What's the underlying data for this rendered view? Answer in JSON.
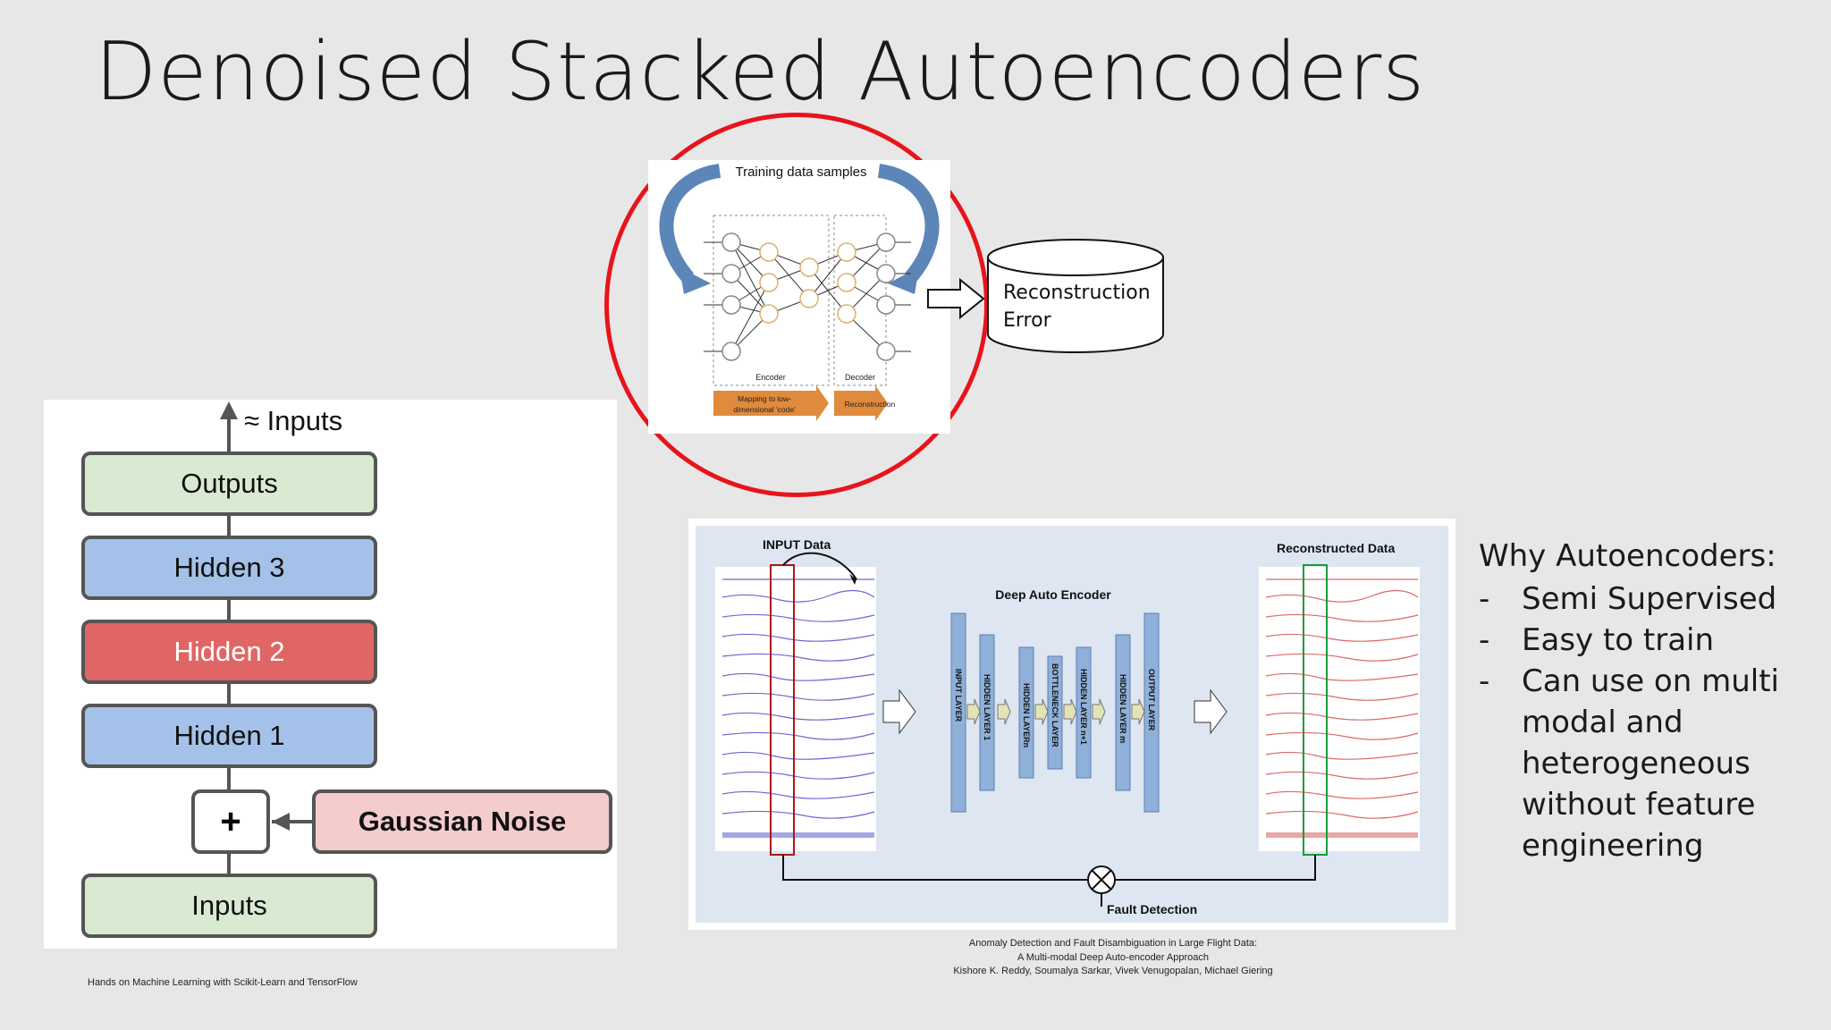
{
  "slide": {
    "title": "Denoised Stacked Autoencoders"
  },
  "stack_diagram": {
    "top_label": "≈ Inputs",
    "layers": [
      "Outputs",
      "Hidden 3",
      "Hidden 2",
      "Hidden 1"
    ],
    "plus": "+",
    "noise": "Gaussian Noise",
    "inputs": "Inputs",
    "caption": "Hands on Machine Learning with Scikit-Learn and TensorFlow",
    "colors": {
      "green": "#d9ead3",
      "blue": "#a4c2e9",
      "red": "#e06666",
      "pink": "#f4cccc"
    }
  },
  "nn_diagram": {
    "title": "Training data samples",
    "encoder": "Encoder",
    "decoder": "Decoder",
    "arrow1_line1": "Mapping to low-",
    "arrow1_line2": "dimensional 'code'",
    "arrow2": "Reconstruction",
    "cylinder_line1": "Reconstruction",
    "cylinder_line2": "Error",
    "circle_color": "#e8141b"
  },
  "fault_diagram": {
    "input_label": "INPUT Data",
    "recon_label": "Reconstructed Data",
    "encoder_label": "Deep Auto Encoder",
    "fault_label": "Fault Detection",
    "layers": [
      "INPUT LAYER",
      "HIDDEN LAYER 1",
      "HIDDEN LAYERn",
      "BOTTLENECK LAYER",
      "HIDDEN LAYER n+1",
      "HIDDEN LAYER m",
      "OUTPUT LAYER"
    ],
    "caption_line1": "Anomaly Detection and Fault Disambiguation in Large Flight Data:",
    "caption_line2": "A Multi-modal Deep Auto-encoder Approach",
    "caption_line3": "Kishore K. Reddy, Soumalya Sarkar, Vivek Venugopalan, Michael Giering"
  },
  "why": {
    "title": "Why Autoencoders:",
    "dash": "-",
    "bullets": [
      "Semi Supervised",
      "Easy to train",
      "Can use on multi modal and heterogeneous without feature engineering"
    ]
  }
}
